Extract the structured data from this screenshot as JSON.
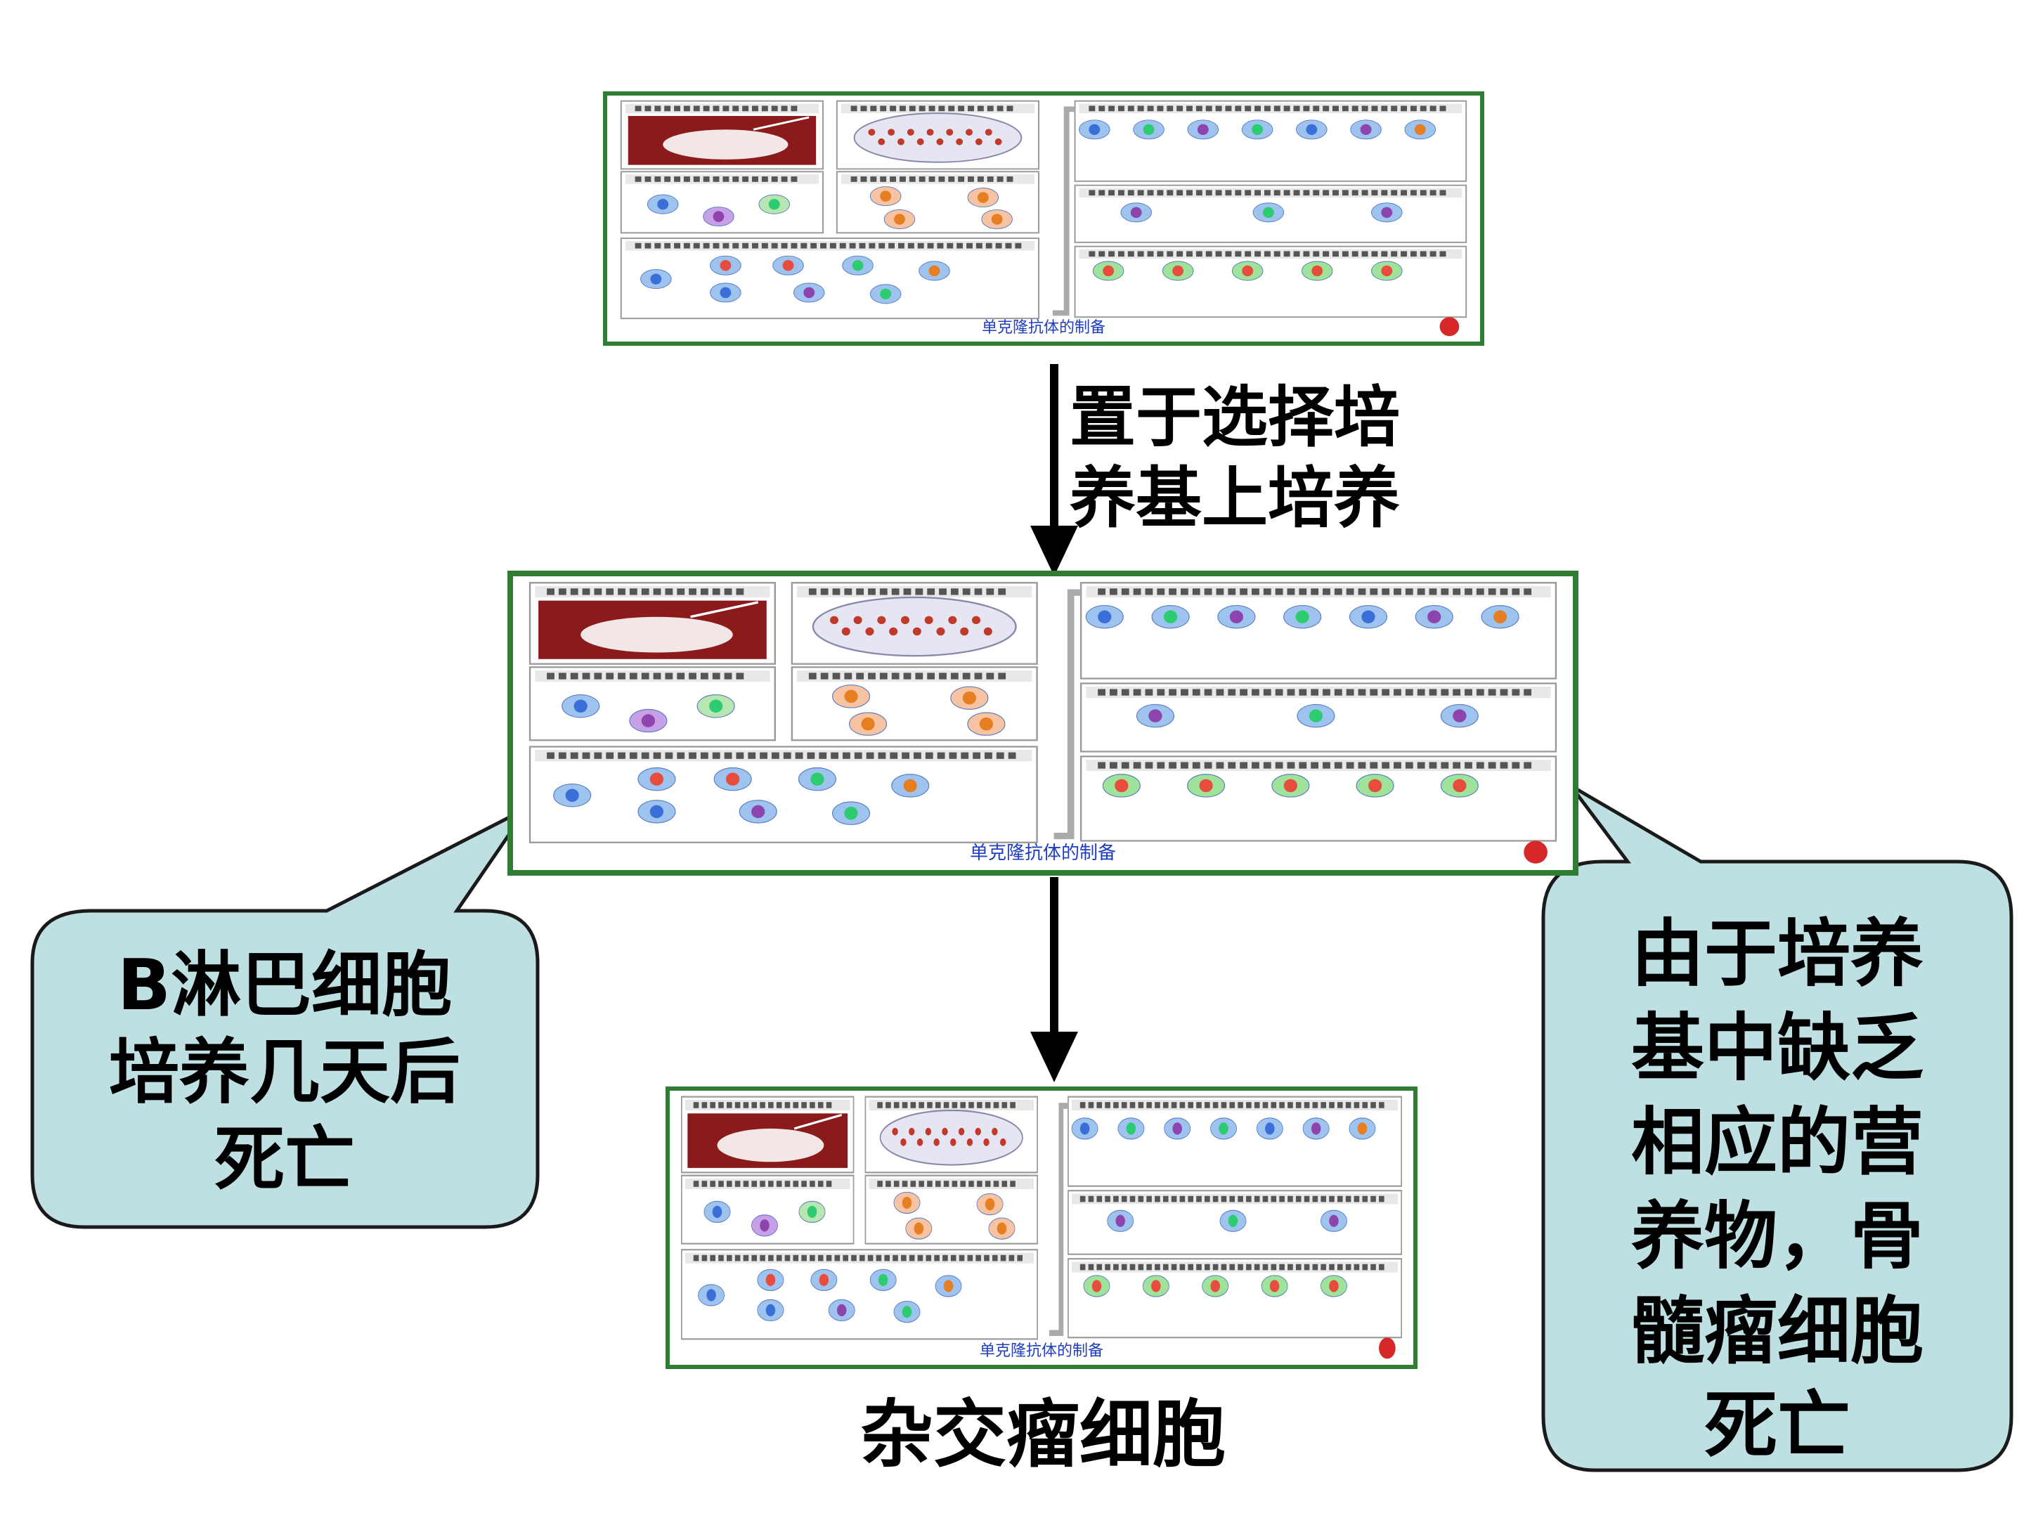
{
  "step1_label": "置于选择培\n养基上培养",
  "result_label": "杂交瘤细胞",
  "left_callout": "B淋巴细胞\n培养几天后\n死亡",
  "right_callout": "由于培养\n基中缺乏\n相应的营\n养物，骨\n髓瘤细胞\n死亡",
  "panel_caption": "单克隆抗体的制备",
  "colors": {
    "panel_border": "#2e7d32",
    "callout_fill": "#bfe0e3",
    "callout_stroke": "#1a1a1a",
    "caption_blue": "#1f3fbf"
  }
}
